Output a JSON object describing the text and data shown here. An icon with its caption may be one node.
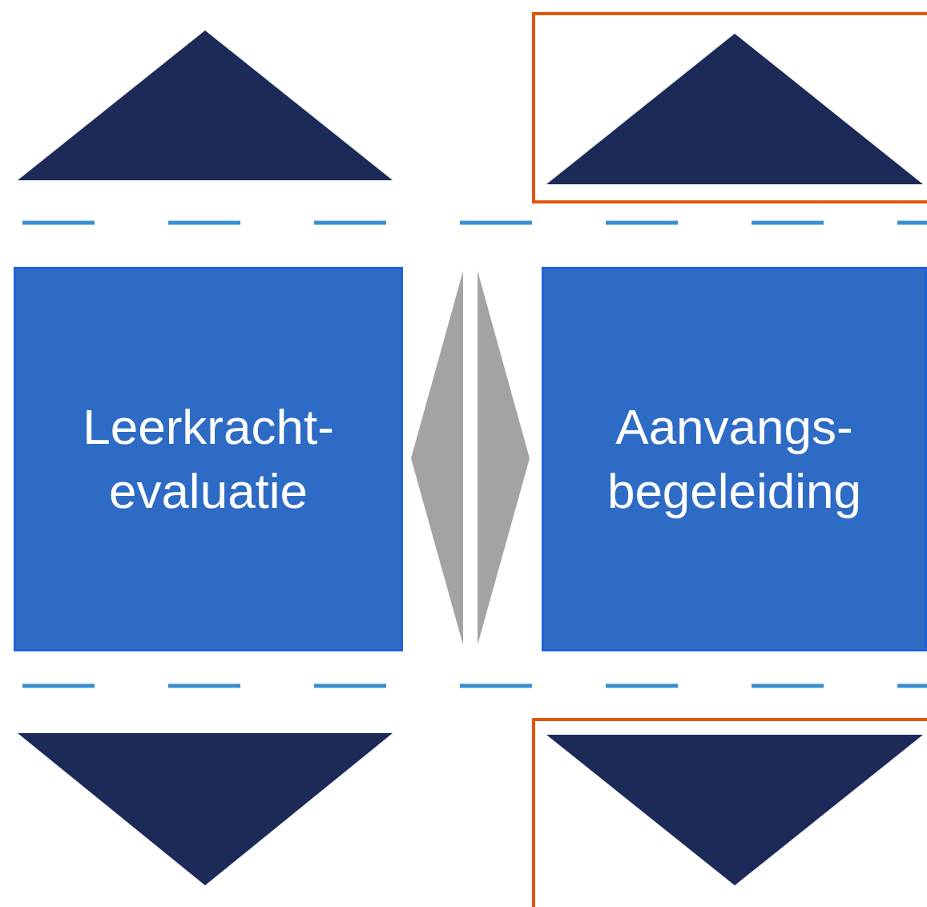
{
  "diagram": {
    "nodes": [
      {
        "text": [],
        "shape": "triangle"
      },
      {
        "text": [],
        "shape": "triangle"
      },
      {
        "text": [
          "Leerkracht- evaluatie"
        ]
      },
      {
        "text": [
          "Aanvangs- begeleiding"
        ]
      },
      {
        "text": [],
        "shape": "triangle"
      },
      {
        "text": [],
        "shape": "triangle"
      }
    ]
  }
}
